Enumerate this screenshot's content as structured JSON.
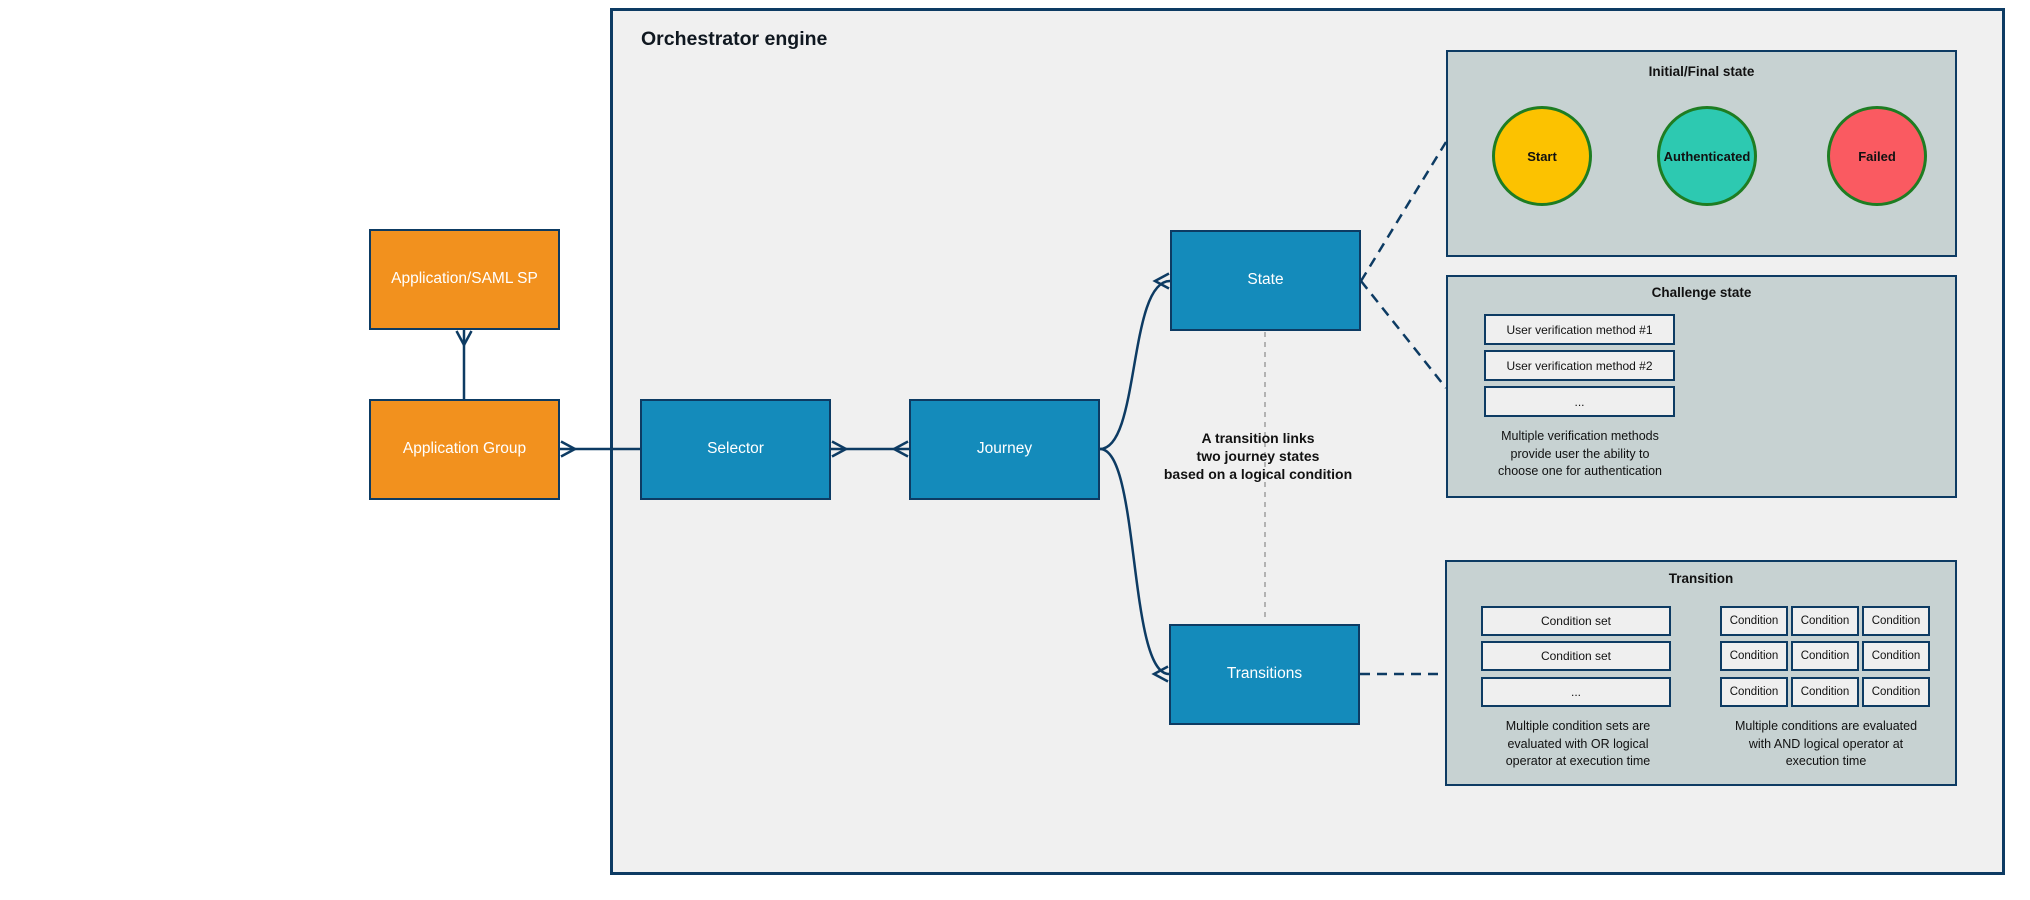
{
  "engine": {
    "title": "Orchestrator engine"
  },
  "nodes": {
    "app_saml": {
      "label": "Application/SAML SP"
    },
    "app_group": {
      "label": "Application Group"
    },
    "selector": {
      "label": "Selector"
    },
    "journey": {
      "label": "Journey"
    },
    "state": {
      "label": "State"
    },
    "transitions": {
      "label": "Transitions"
    }
  },
  "note": {
    "lines": [
      "A transition links",
      "two journey states",
      "based on a logical condition"
    ]
  },
  "sections": {
    "initial_final": {
      "title": "Initial/Final state",
      "states": [
        {
          "label": "Start",
          "fill": "#fcc200"
        },
        {
          "label": "Authenticated",
          "fill": "#2dc9b1"
        },
        {
          "label": "Failed",
          "fill": "#fa5a61"
        }
      ]
    },
    "challenge": {
      "title": "Challenge state",
      "methods": [
        "User verification method #1",
        "User verification method #2",
        "..."
      ],
      "caption": [
        "Multiple verification methods",
        "provide user the ability to",
        "choose one for authentication"
      ]
    },
    "transition": {
      "title": "Transition",
      "condition_sets": [
        "Condition set",
        "Condition set",
        "..."
      ],
      "conditions": [
        [
          "Condition",
          "Condition",
          "Condition"
        ],
        [
          "Condition",
          "Condition",
          "Condition"
        ],
        [
          "Condition",
          "Condition",
          "Condition"
        ]
      ],
      "caption_or": [
        "Multiple condition sets are",
        "evaluated with OR logical",
        "operator at execution time"
      ],
      "caption_and": [
        "Multiple conditions are evaluated",
        "with AND logical operator at",
        "execution time"
      ]
    }
  },
  "colors": {
    "orange": "#f2911e",
    "blue": "#148bbb",
    "navy": "#0d3b63",
    "engine_fill": "#f0f0f0",
    "section_fill": "#c7d2d2",
    "inner_fill": "#efefef",
    "yellow": "#fcc200",
    "teal": "#2dc9b1",
    "red": "#fa5a61",
    "green_border": "#1e7d22",
    "gray_dash": "#b3b3b3"
  }
}
